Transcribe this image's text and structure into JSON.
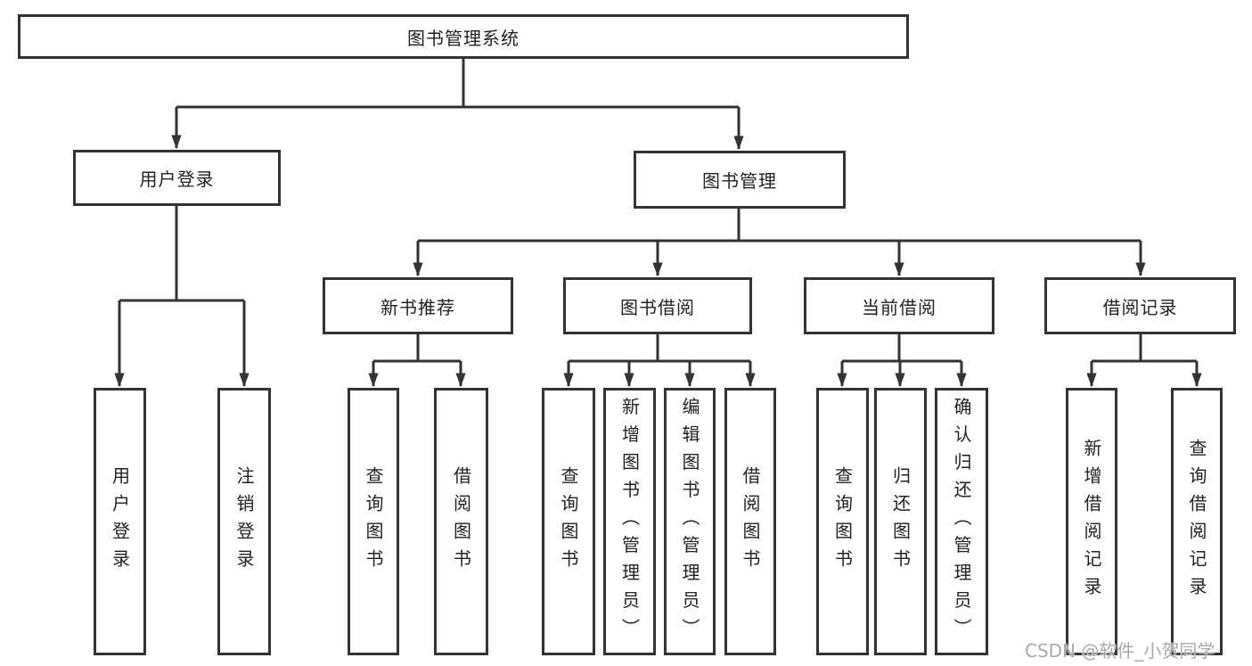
{
  "palette": {
    "line_color": "#333333",
    "text_color": "#222222",
    "background": "#ffffff",
    "watermark_color": "#a8a8a8"
  },
  "tree": {
    "root": {
      "label": "图书管理系统"
    },
    "user_login": {
      "label": "用户登录",
      "children": [
        "用户登录",
        "注销登录"
      ]
    },
    "book_management": {
      "label": "图书管理",
      "groups": [
        {
          "label": "新书推荐",
          "children": [
            "查询图书",
            "借阅图书"
          ]
        },
        {
          "label": "图书借阅",
          "children": [
            "查询图书",
            "新增图书（管理员）",
            "编辑图书（管理员）",
            "借阅图书"
          ]
        },
        {
          "label": "当前借阅",
          "children": [
            "查询图书",
            "归还图书",
            "确认归还（管理员）"
          ]
        },
        {
          "label": "借阅记录",
          "children": [
            "新增借阅记录",
            "查询借阅记录"
          ]
        }
      ]
    }
  },
  "watermark": {
    "text": "CSDN @软件_小贺同学"
  }
}
